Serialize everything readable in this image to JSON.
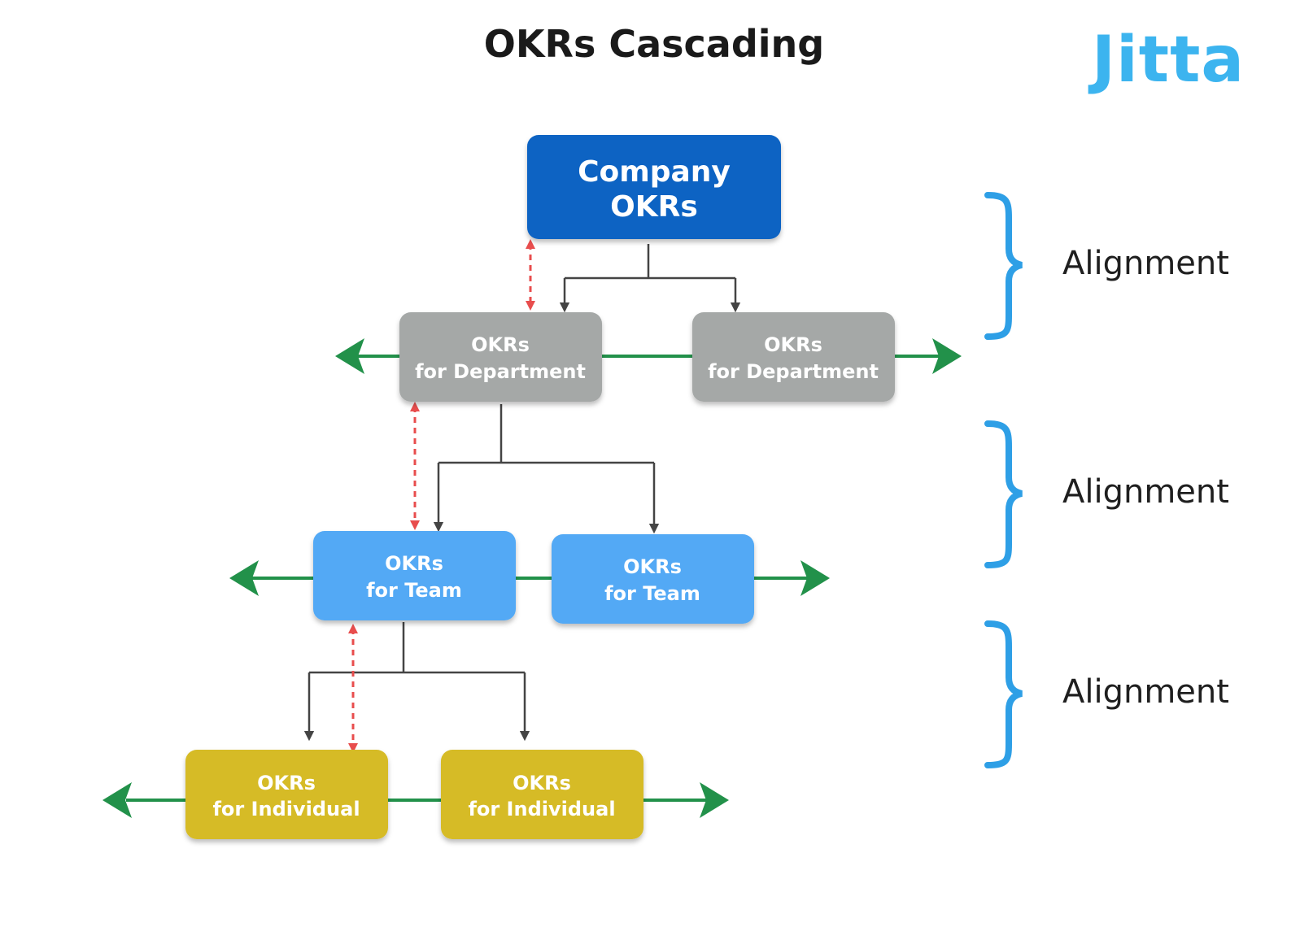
{
  "title": "OKRs Cascading",
  "logo_text": "Jitta",
  "colors": {
    "company": "#0a64c3",
    "department": "#a5a8a7",
    "team": "#52a9f5",
    "individual": "#d6bb25",
    "hierarchy_arrow": "#444444",
    "alignment_arrow": "#e84d4d",
    "horizontal_arrow": "#22914a",
    "brace": "#2e9fe6",
    "logo": "#3cb4ef"
  },
  "boxes": {
    "company": {
      "line1": "Company",
      "line2": "OKRs"
    },
    "department_left": {
      "line1": "OKRs",
      "line2": "for Department"
    },
    "department_right": {
      "line1": "OKRs",
      "line2": "for Department"
    },
    "team_left": {
      "line1": "OKRs",
      "line2": "for Team"
    },
    "team_right": {
      "line1": "OKRs",
      "line2": "for Team"
    },
    "individual_left": {
      "line1": "OKRs",
      "line2": "for Individual"
    },
    "individual_right": {
      "line1": "OKRs",
      "line2": "for Individual"
    }
  },
  "alignment": [
    {
      "label": "Alignment"
    },
    {
      "label": "Alignment"
    },
    {
      "label": "Alignment"
    }
  ]
}
